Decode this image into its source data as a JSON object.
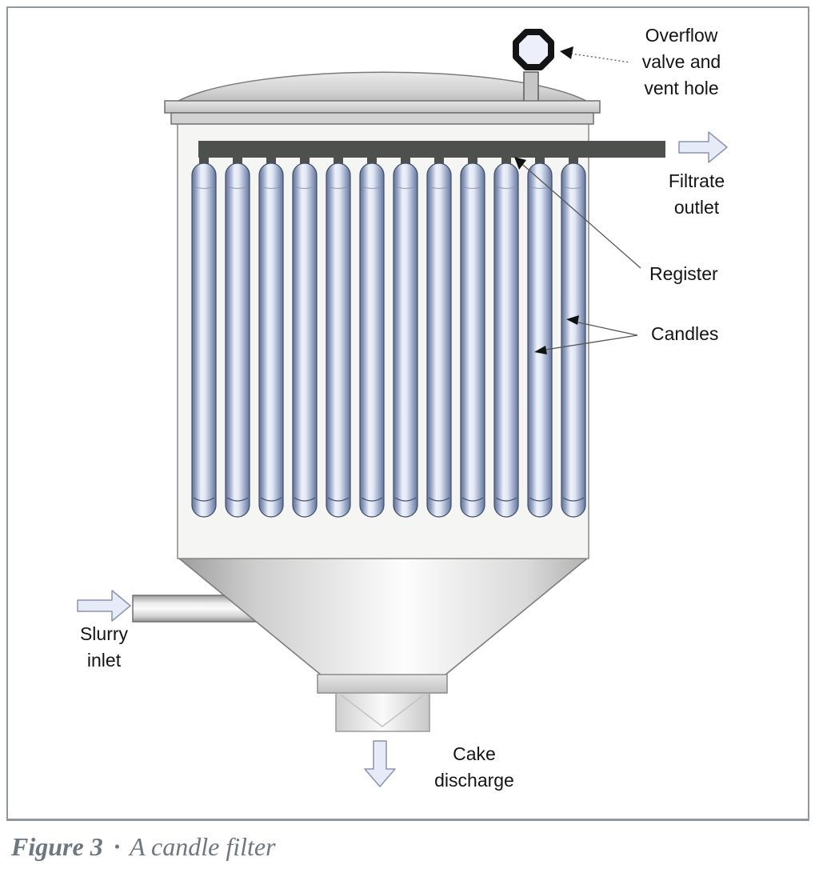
{
  "figure": {
    "caption_label": "Figure 3",
    "caption_separator": "•",
    "caption_title": "A candle filter"
  },
  "annotations": {
    "overflow_valve": {
      "lines": [
        "Overflow",
        "valve and",
        "vent hole"
      ]
    },
    "filtrate_outlet": {
      "lines": [
        "Filtrate",
        "outlet"
      ]
    },
    "register": {
      "label": "Register"
    },
    "candles": {
      "label": "Candles"
    },
    "slurry_inlet": {
      "lines": [
        "Slurry",
        "inlet"
      ]
    },
    "cake_discharge": {
      "lines": [
        "Cake",
        "discharge"
      ]
    }
  },
  "diagram": {
    "candles": {
      "count": 12
    },
    "colors": {
      "register_bar": "#4e504e",
      "candle_edge": "#64759b",
      "candle_highlight": "#eef1f9",
      "flow_arrow_fill": "#e7ebf8",
      "flow_arrow_stroke": "#8b93ab",
      "vessel_fill": "#f5f5f3",
      "vessel_stroke": "#8a8a8a",
      "caption_text": "#6d7781",
      "valve_outline": "#141414"
    }
  }
}
